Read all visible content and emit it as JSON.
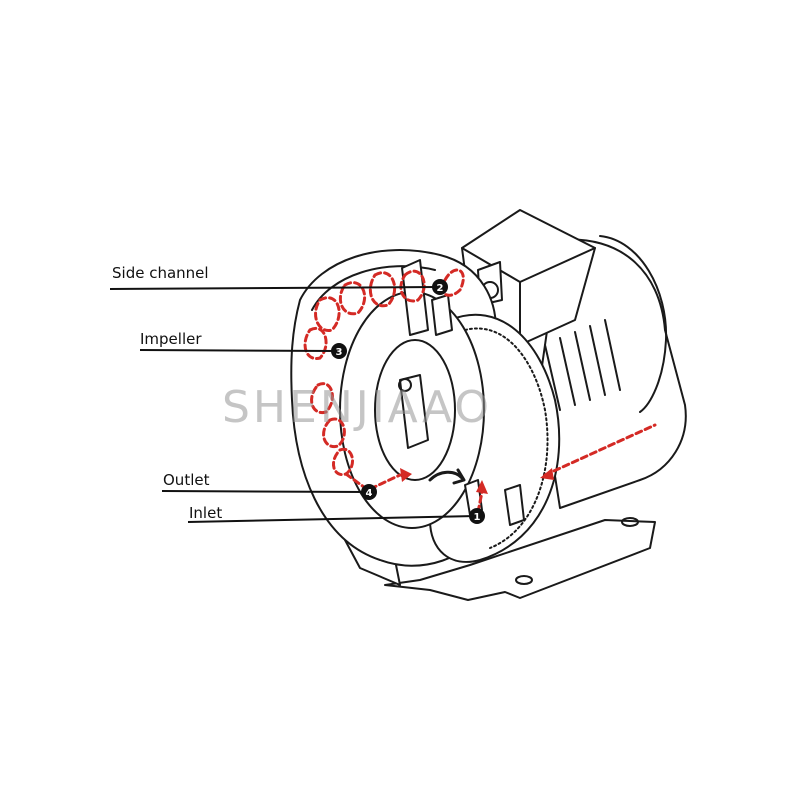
{
  "labels": {
    "side_channel": "Side channel",
    "impeller": "Impeller",
    "outlet": "Outlet",
    "inlet": "Inlet"
  },
  "markers": {
    "m1": "1",
    "m2": "2",
    "m3": "3",
    "m4": "4"
  },
  "watermark": "SHENJIAAO",
  "colors": {
    "line": "#1a1a1a",
    "flow": "#d42a25",
    "marker": "#111111",
    "background": "#ffffff"
  }
}
